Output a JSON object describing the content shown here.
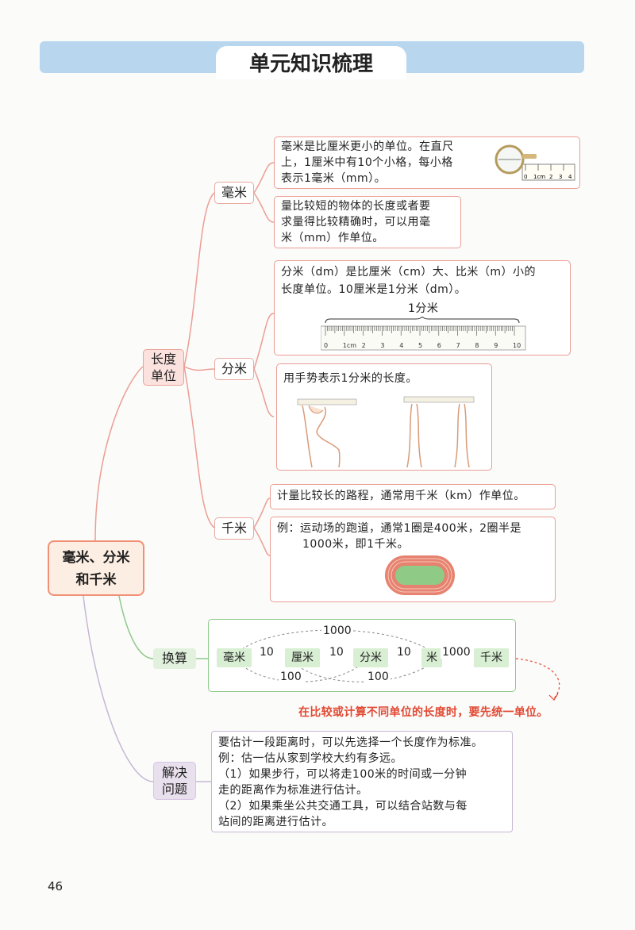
{
  "header": {
    "title": "单元知识梳理"
  },
  "root": {
    "line1": "毫米、分米",
    "line2": "和千米"
  },
  "length_units": {
    "label_line1": "长度",
    "label_line2": "单位",
    "mm": {
      "label": "毫米",
      "box1": [
        "毫米是比厘米更小的单位。在直尺",
        "上，1厘米中有10个小格，每小格",
        "表示1毫米（mm）。"
      ],
      "box2": [
        "量比较短的物体的长度或者要",
        "求量得比较精确时，可以用毫",
        "米（mm）作单位。"
      ],
      "ruler_ticks": [
        "0",
        "1cm",
        "2",
        "3",
        "4"
      ]
    },
    "dm": {
      "label": "分米",
      "box1": [
        "分米（dm）是比厘米（cm）大、比米（m）小的",
        "长度单位。10厘米是1分米（dm）。"
      ],
      "brace_label": "1分米",
      "ruler_ticks": [
        "0",
        "1cm",
        "2",
        "3",
        "4",
        "5",
        "6",
        "7",
        "8",
        "9",
        "10"
      ],
      "box2": [
        "用手势表示1分米的长度。"
      ]
    },
    "km": {
      "label": "千米",
      "box1": [
        "计量比较长的路程，通常用千米（km）作单位。"
      ],
      "box2": [
        "例：运动场的跑道，通常1圈是400米，2圈半是",
        "1000米，即1千米。"
      ]
    }
  },
  "conversion": {
    "label": "换算",
    "units": [
      "毫米",
      "厘米",
      "分米",
      "米",
      "千米"
    ],
    "rates": [
      "10",
      "10",
      "10",
      "1000"
    ],
    "top_rate": "1000",
    "bottom_rates": [
      "100",
      "100"
    ],
    "note": "在比较或计算不同单位的长度时，要先统一单位。"
  },
  "solve": {
    "label_line1": "解决",
    "label_line2": "问题",
    "lines": [
      "要估计一段距离时，可以先选择一个长度作为标准。",
      "例：估一估从家到学校大约有多远。",
      "（1）如果步行，可以将走100米的时间或一分钟",
      "走的距离作为标准进行估计。",
      "（2）如果乘坐公共交通工具，可以结合站数与每",
      "站间的距离进行估计。"
    ]
  },
  "page_number": "46",
  "colors": {
    "banner": "#b8d7ef",
    "branch_red": "#ec9d94",
    "branch_green": "#8fc98a",
    "branch_purple": "#c6b7d4",
    "note_red": "#e24932"
  }
}
